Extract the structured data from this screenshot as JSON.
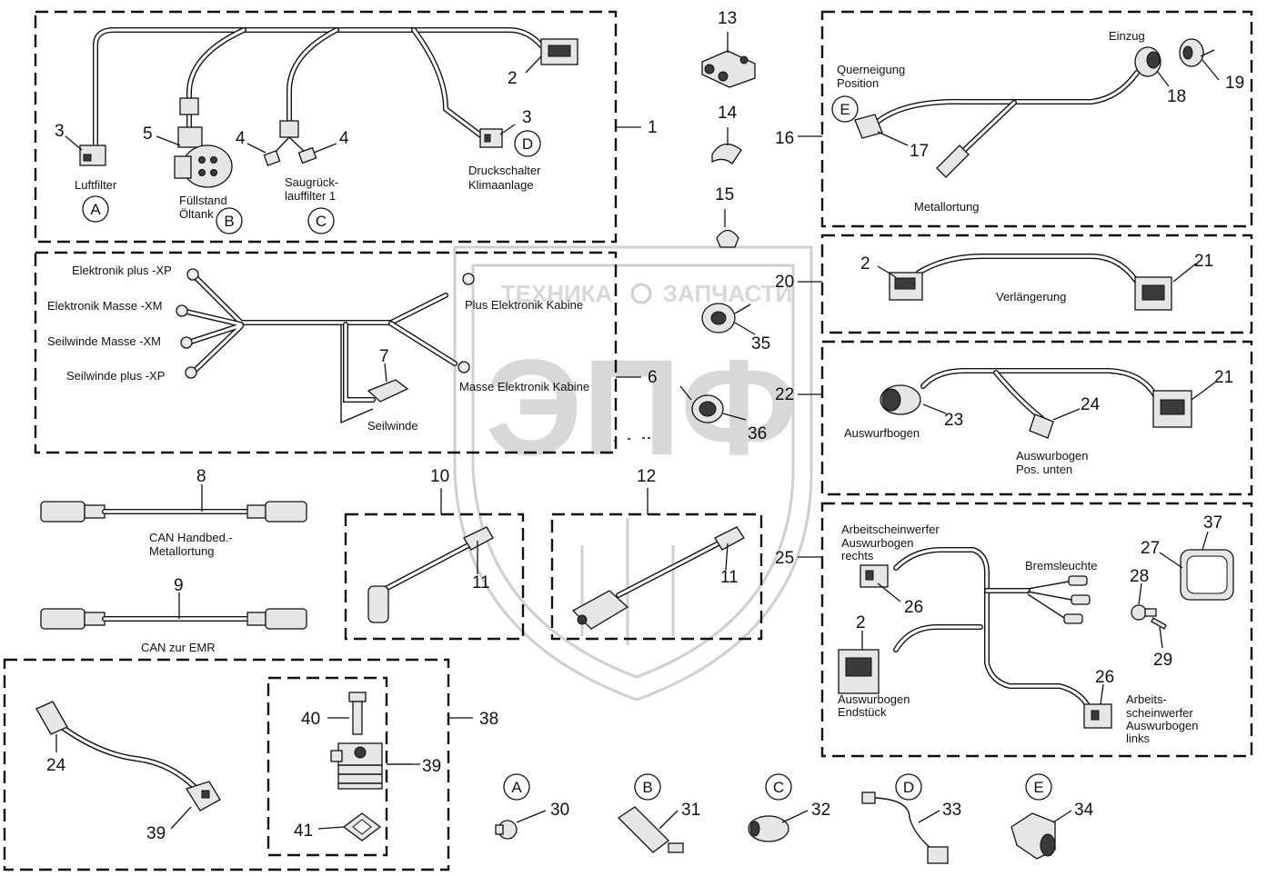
{
  "watermark": {
    "brand_left": "ТЕХНИКА",
    "brand_right": "ЗАПЧАСТИ",
    "logo": "ЭПФ"
  },
  "groups": {
    "g1": "1",
    "g6": "6",
    "g16": "16",
    "g20": "20",
    "g22": "22",
    "g25": "25",
    "g38": "38"
  },
  "callouts": {
    "n2a": "2",
    "n3a": "3",
    "n3b": "3",
    "n4a": "4",
    "n4b": "4",
    "n5": "5",
    "n13": "13",
    "n14": "14",
    "n15": "15",
    "n35": "35",
    "n36": "36",
    "n19": "19",
    "n18": "18",
    "n17": "17",
    "n2b": "2",
    "n21a": "21",
    "n21b": "21",
    "n23": "23",
    "n24a": "24",
    "n7": "7",
    "n8": "8",
    "n9": "9",
    "n10": "10",
    "n11a": "11",
    "n12": "12",
    "n11b": "11",
    "n37": "37",
    "n27": "27",
    "n28": "28",
    "n29": "29",
    "n26a": "26",
    "n2c": "2",
    "n26b": "26",
    "n40": "40",
    "n39a": "39",
    "n24b": "24",
    "n39b": "39",
    "n41": "41",
    "n30": "30",
    "n31": "31",
    "n32": "32",
    "n33": "33",
    "n34": "34"
  },
  "letters": {
    "A1": "A",
    "B1": "B",
    "C1": "C",
    "D1": "D",
    "E1": "E",
    "A2": "A",
    "B2": "B",
    "C2": "C",
    "D2": "D",
    "E2": "E"
  },
  "labels": {
    "luftfilter": "Luftfilter",
    "fuellstand1": "Füllstand",
    "fuellstand2": "Öltank",
    "saug1": "Saugrück-",
    "saug2": "lauffilter 1",
    "druck1": "Druckschalter",
    "druck2": "Klimaanlage",
    "querneigung1": "Querneigung",
    "querneigung2": "Position",
    "einzug": "Einzug",
    "metallortung": "Metallortung",
    "verlaengerung": "Verlängerung",
    "auswurfbogen": "Auswurfbogen",
    "auswurfbogen_unten1": "Auswurbogen",
    "auswurfbogen_unten2": "Pos. unten",
    "elektronik_plus": "Elektronik plus -XP",
    "elektronik_masse": "Elektronik Masse -XM",
    "seilwinde_masse": "Seilwinde Masse -XM",
    "seilwinde_plus": "Seilwinde plus -XP",
    "plus_kabine": "Plus Elektronik Kabine",
    "masse_kabine": "Masse Elektronik Kabine",
    "seilwinde": "Seilwinde",
    "can_hand1": "CAN Handbed.-",
    "can_hand2": "Metallortung",
    "can_emr": "CAN zur EMR",
    "aw_rechts1": "Arbeitscheinwerfer",
    "aw_rechts2": "Auswurbogen",
    "aw_rechts3": "rechts",
    "bremsleuchte": "Bremsleuchte",
    "endstueck1": "Auswurbogen",
    "endstueck2": "Endstück",
    "aw_links1": "Arbeits-",
    "aw_links2": "scheinwerfer",
    "aw_links3": "Auswurbogen",
    "aw_links4": "links"
  }
}
